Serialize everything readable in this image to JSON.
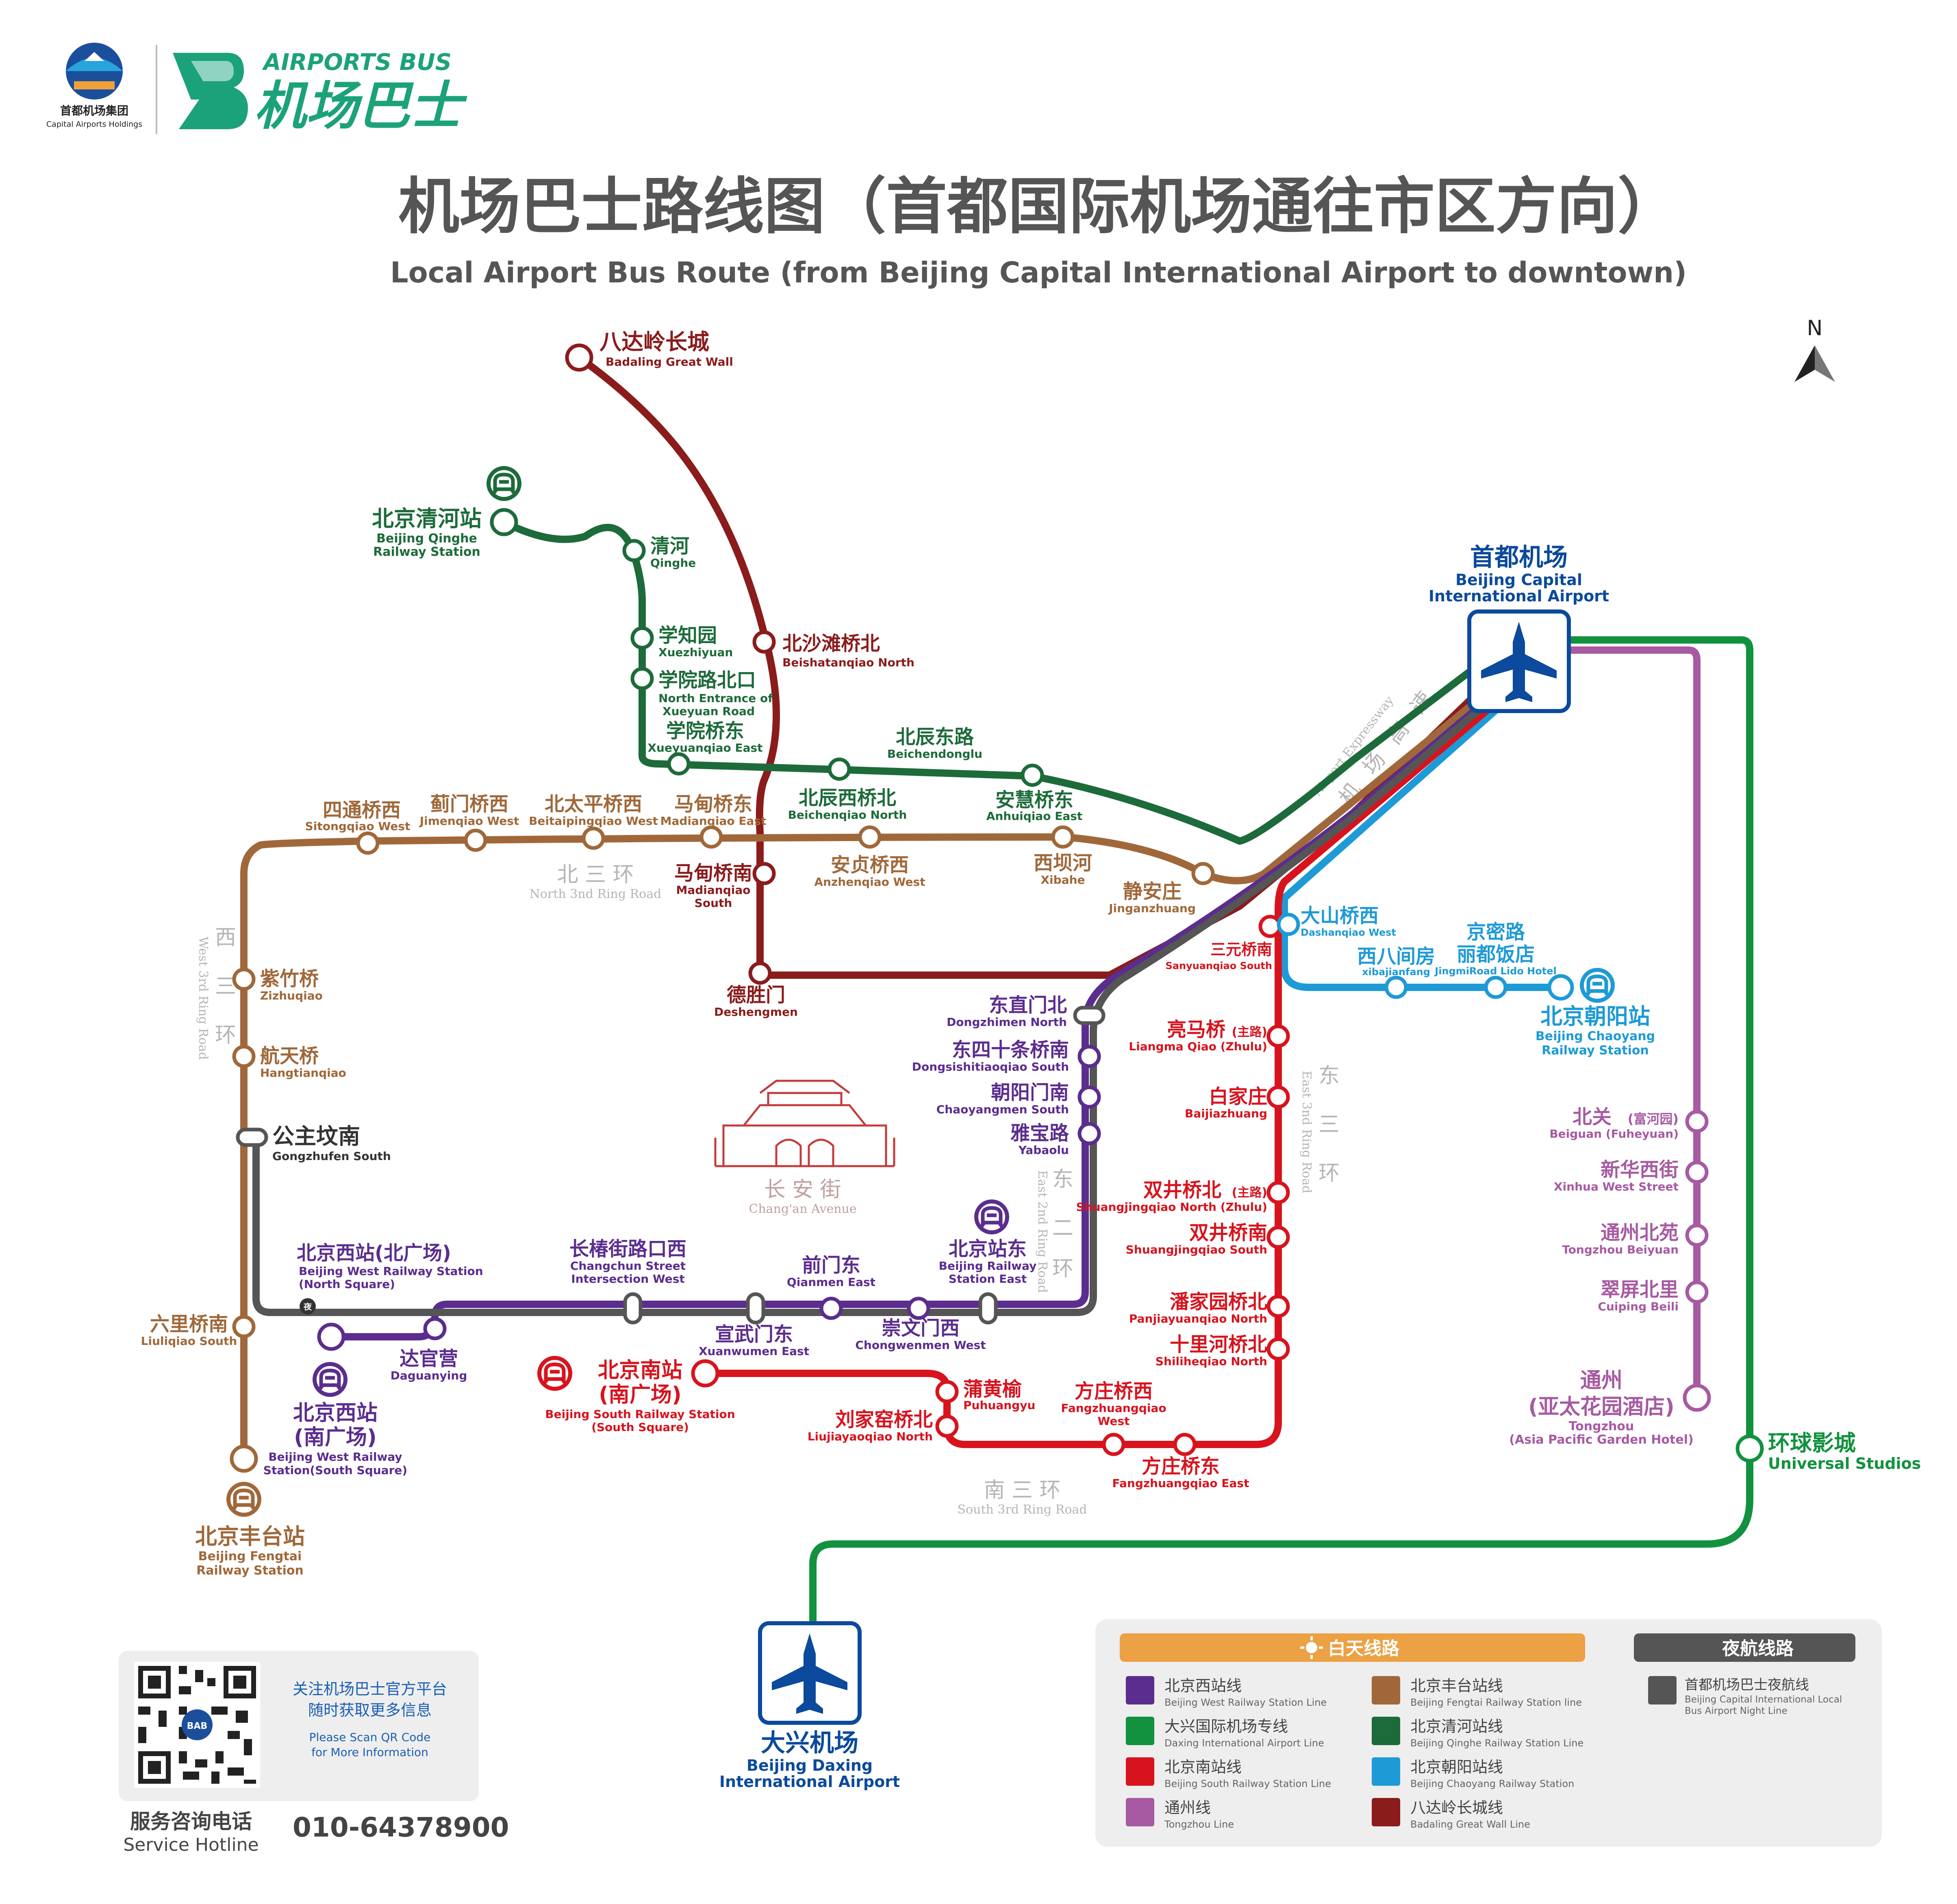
{
  "logo": {
    "group_cn": "首都机场集团",
    "group_en": "Capital Airports Holdings",
    "brand_en": "AIRPORTS BUS",
    "brand_cn": "机场巴士",
    "brand_mark_letter": "B",
    "qr_badge": "BAB"
  },
  "title_cn": "机场巴士路线图（首都国际机场通往市区方向）",
  "title_en": "Local Airport Bus Route (from Beijing Capital International Airport to downtown)",
  "compass": "N",
  "colors": {
    "west": "#5b2d8e",
    "fengtai": "#a0683a",
    "daxing": "#12923f",
    "qinghe": "#1d6b3a",
    "south": "#d7141e",
    "chaoyang": "#1e9ad6",
    "tongzhou": "#a75aa2",
    "badaling": "#8b1c1c",
    "night": "#555555",
    "airport_blue": "#0b4a9c",
    "label_blue": "#1a5fb4"
  },
  "airports": {
    "capital": {
      "cn": "首都机场",
      "en1": "Beijing Capital",
      "en2": "International Airport"
    },
    "daxing": {
      "cn": "大兴机场",
      "en1": "Beijing Daxing",
      "en2": "International Airport"
    }
  },
  "roads": {
    "n3": {
      "cn": "北 三 环",
      "en": "North 3nd Ring Road"
    },
    "s3": {
      "cn": "南 三 环",
      "en": "South 3rd Ring Road"
    },
    "w3": {
      "cn1": "西",
      "cn2": "三",
      "cn3": "环",
      "en": "West 3rd Ring Road"
    },
    "e3": {
      "cn1": "东",
      "cn2": "三",
      "cn3": "环",
      "en": "East 3nd Ring Road"
    },
    "e2": {
      "cn1": "东",
      "cn2": "二",
      "cn3": "环",
      "en": "East 2nd Ring Road"
    },
    "exp": {
      "cn1": "机",
      "cn2": "场",
      "cn3": "高",
      "cn4": "速",
      "en": "Airport Expressway"
    },
    "changan": {
      "cn": "长 安 街",
      "en": "Chang'an Avenue"
    }
  },
  "stations": {
    "badaling": {
      "cn": "八达岭长城",
      "en": "Badaling Great Wall"
    },
    "beishatan": {
      "cn": "北沙滩桥北",
      "en": "Beishatanqiao North"
    },
    "deshengmen": {
      "cn": "德胜门",
      "en": "Deshengmen"
    },
    "madiannan": {
      "cn": "马甸桥南",
      "en1": "Madianqiao",
      "en2": "South"
    },
    "qinghe_rs": {
      "cn": "北京清河站",
      "en1": "Beijing Qinghe",
      "en2": "Railway Station"
    },
    "qinghe": {
      "cn": "清河",
      "en": "Qinghe"
    },
    "xuezhiyuan": {
      "cn": "学知园",
      "en": "Xuezhiyuan"
    },
    "xueyuanbk": {
      "cn": "学院路北口",
      "en1": "North Entrance of",
      "en2": "Xueyuan Road"
    },
    "xueyuandong": {
      "cn": "学院桥东",
      "en": "Xueyuanqiao East"
    },
    "beichendonglu": {
      "cn": "北辰东路",
      "en": "Beichendonglu"
    },
    "beichenxi": {
      "cn": "北辰西桥北",
      "en": "Beichenqiao North"
    },
    "anhuidong": {
      "cn": "安慧桥东",
      "en": "Anhuiqiao East"
    },
    "sitong": {
      "cn": "四通桥西",
      "en": "Sitongqiao West"
    },
    "jimen": {
      "cn": "蓟门桥西",
      "en": "Jimenqiao West"
    },
    "beitaiping": {
      "cn": "北太平桥西",
      "en": "Beitaipingqiao West"
    },
    "madiandong": {
      "cn": "马甸桥东",
      "en": "Madianqiao East"
    },
    "anzhen": {
      "cn": "安贞桥西",
      "en": "Anzhenqiao West"
    },
    "xiba": {
      "cn": "西坝河",
      "en": "Xibahe"
    },
    "jinganzhuang": {
      "cn": "静安庄",
      "en": "Jinganzhuang"
    },
    "zizhu": {
      "cn": "紫竹桥",
      "en": "Zizhuqiao"
    },
    "hangtian": {
      "cn": "航天桥",
      "en": "Hangtianqiao"
    },
    "gongzhufen": {
      "cn": "公主坟南",
      "en": "Gongzhufen  South"
    },
    "liuli": {
      "cn": "六里桥南",
      "en": "Liuliqiao South"
    },
    "fengtai_rs": {
      "cn": "北京丰台站",
      "en1": "Beijing Fengtai",
      "en2": "Railway Station"
    },
    "west_n": {
      "cn": "北京西站(北广场)",
      "en1": "Beijing West Railway Station",
      "en2": "(North Square)"
    },
    "west_s": {
      "cn1": "北京西站",
      "cn2": "(南广场)",
      "en1": "Beijing West Railway",
      "en2": "Station(South Square)"
    },
    "daguanying": {
      "cn": "达官营",
      "en": "Daguanying"
    },
    "changchun": {
      "cn": "长椿街路口西",
      "en1": "Changchun Street",
      "en2": "Intersection West"
    },
    "xuanwu": {
      "cn": "宣武门东",
      "en": "Xuanwumen East"
    },
    "qianmen": {
      "cn": "前门东",
      "en": "Qianmen East"
    },
    "chongwen": {
      "cn": "崇文门西",
      "en": "Chongwenmen West"
    },
    "beijing_rs": {
      "cn": "北京站东",
      "en1": "Beijing Railway",
      "en2": "Station East"
    },
    "dongzhimen": {
      "cn": "东直门北",
      "en": "Dongzhimen North"
    },
    "dongsishitiao": {
      "cn": "东四十条桥南",
      "en": "Dongsishitiaoqiao South"
    },
    "chaoyangmen": {
      "cn": "朝阳门南",
      "en": "Chaoyangmen South"
    },
    "yabao": {
      "cn": "雅宝路",
      "en": "Yabaolu"
    },
    "south_rs": {
      "cn1": "北京南站",
      "cn2": "(南广场)",
      "en1": "Beijing South Railway Station",
      "en2": "(South Square)"
    },
    "puhuang": {
      "cn": "蒲黄榆",
      "en": "Puhuangyu"
    },
    "liujiayao": {
      "cn": "刘家窑桥北",
      "en": "Liujiayaoqiao North"
    },
    "fangzhuangxi": {
      "cn": "方庄桥西",
      "en1": "Fangzhuangqiao",
      "en2": "West"
    },
    "fangzhuangdong": {
      "cn": "方庄桥东",
      "en": "Fangzhuangqiao East"
    },
    "sanyuan": {
      "cn": "三元桥南",
      "en": "Sanyuanqiao South"
    },
    "liangma": {
      "cn": "亮马桥",
      "cn_small": "(主路)",
      "en": "Liangma Qiao (Zhulu)"
    },
    "baijiazhuang": {
      "cn": "白家庄",
      "en": "Baijiazhuang"
    },
    "shuangjingbei": {
      "cn": "双井桥北",
      "cn_small": "(主路)",
      "en": "Shuangjingqiao North (Zhulu)"
    },
    "shuangjingnan": {
      "cn": "双井桥南",
      "en": "Shuangjingqiao South"
    },
    "panjiayuan": {
      "cn": "潘家园桥北",
      "en": "Panjiayuanqiao North"
    },
    "shilihe": {
      "cn": "十里河桥北",
      "en": "Shiliheqiao North"
    },
    "dashan": {
      "cn": "大山桥西",
      "en": "Dashanqiao West"
    },
    "xibajianfang": {
      "cn": "西八间房",
      "en": "xibajianfang"
    },
    "jingmi": {
      "cn1": "京密路",
      "cn2": "丽都饭店",
      "en": "JingmiRoad Lido Hotel"
    },
    "chaoyang_rs": {
      "cn": "北京朝阳站",
      "en1": "Beijing Chaoyang",
      "en2": "Railway Station"
    },
    "beiguan": {
      "cn": "北关",
      "cn_small": "(富河园)",
      "en": "Beiguan (Fuheyuan)"
    },
    "xinhua": {
      "cn": "新华西街",
      "en": "Xinhua West Street"
    },
    "tongzhoubei": {
      "cn": "通州北苑",
      "en": "Tongzhou Beiyuan"
    },
    "cuiping": {
      "cn": "翠屏北里",
      "en": "Cuiping Beili"
    },
    "tongzhou": {
      "cn1": "通州",
      "cn2": "(亚太花园酒店)",
      "en1": "Tongzhou",
      "en2": "(Asia Pacific Garden Hotel)"
    },
    "universal": {
      "cn": "环球影城",
      "en": "Universal Studios"
    }
  },
  "night_marker": "夜",
  "qr": {
    "cn1": "关注机场巴士官方平台",
    "cn2": "随时获取更多信息",
    "en1": "Please Scan QR Code",
    "en2": "for More Information"
  },
  "hotline": {
    "cn": "服务咨询电话",
    "en": "Service Hotline",
    "number": "010-64378900"
  },
  "legend": {
    "day_title": "白天线路",
    "night_title": "夜航线路",
    "items": [
      {
        "cn": "北京西站线",
        "en": "Beijing West Railway Station Line",
        "color": "#5b2d8e"
      },
      {
        "cn": "大兴国际机场专线",
        "en": "Daxing International Airport Line",
        "color": "#12923f"
      },
      {
        "cn": "北京南站线",
        "en": "Beijing South Railway Station Line",
        "color": "#d7141e"
      },
      {
        "cn": "通州线",
        "en": "Tongzhou Line",
        "color": "#a75aa2"
      },
      {
        "cn": "北京丰台站线",
        "en": "Beijing Fengtai Railway Station line",
        "color": "#a0683a"
      },
      {
        "cn": "北京清河站线",
        "en": "Beijing Qinghe Railway Station Line",
        "color": "#1d6b3a"
      },
      {
        "cn": "北京朝阳站线",
        "en": "Beijing Chaoyang Railway Station",
        "color": "#1e9ad6"
      },
      {
        "cn": "八达岭长城线",
        "en": "Badaling Great Wall Line",
        "color": "#8b1c1c"
      }
    ],
    "night_item": {
      "cn": "首都机场巴士夜航线",
      "en1": "Beijing Capital International Local",
      "en2": "Bus Airport Night Line",
      "color": "#555555"
    }
  }
}
